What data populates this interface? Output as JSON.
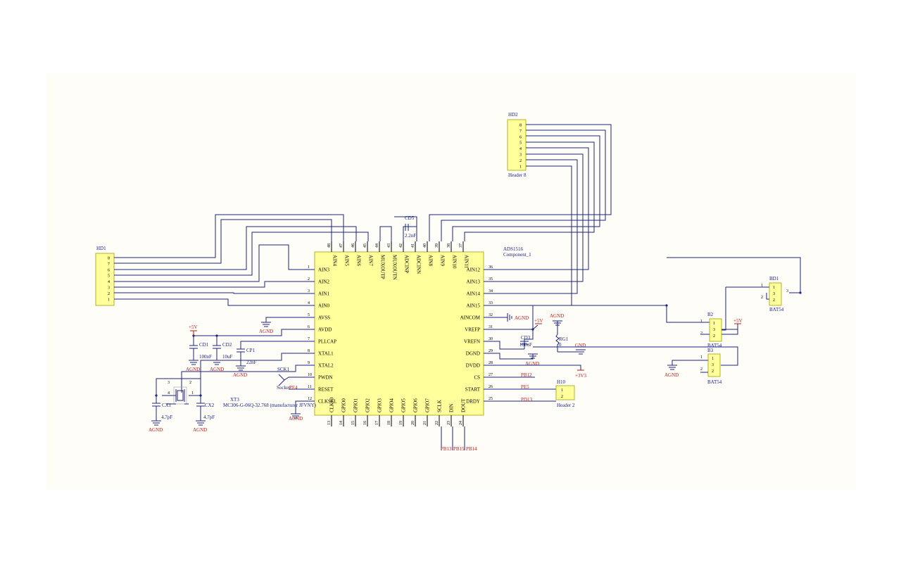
{
  "ic": {
    "ref": "ADS1516",
    "name": "Component_1",
    "left_pins": [
      {
        "num": "1",
        "name": "AIN3"
      },
      {
        "num": "2",
        "name": "AIN2"
      },
      {
        "num": "3",
        "name": "AIN1"
      },
      {
        "num": "4",
        "name": "AIN0"
      },
      {
        "num": "5",
        "name": "AVSS"
      },
      {
        "num": "6",
        "name": "AVDD"
      },
      {
        "num": "7",
        "name": "PLLCAP"
      },
      {
        "num": "8",
        "name": "XTAL1"
      },
      {
        "num": "9",
        "name": "XTAL2"
      },
      {
        "num": "10",
        "name": "PWDN"
      },
      {
        "num": "11",
        "name": "RESET"
      },
      {
        "num": "12",
        "name": "CLKSEL"
      }
    ],
    "right_pins": [
      {
        "num": "36",
        "name": "AIN12"
      },
      {
        "num": "35",
        "name": "AIN13"
      },
      {
        "num": "34",
        "name": "AIN14"
      },
      {
        "num": "33",
        "name": "AIN15"
      },
      {
        "num": "32",
        "name": "AINCOM"
      },
      {
        "num": "31",
        "name": "VREFP"
      },
      {
        "num": "30",
        "name": "VREFN"
      },
      {
        "num": "29",
        "name": "DGND"
      },
      {
        "num": "28",
        "name": "DVDD"
      },
      {
        "num": "27",
        "name": "CS"
      },
      {
        "num": "26",
        "name": "START"
      },
      {
        "num": "25",
        "name": "DRDY"
      }
    ],
    "top_pins": [
      {
        "num": "48",
        "name": "AIN4"
      },
      {
        "num": "47",
        "name": "AIN5"
      },
      {
        "num": "46",
        "name": "AIN6"
      },
      {
        "num": "45",
        "name": "AIN7"
      },
      {
        "num": "44",
        "name": "MUXOUTP"
      },
      {
        "num": "43",
        "name": "MUXOUTN"
      },
      {
        "num": "42",
        "name": "ADCINP"
      },
      {
        "num": "41",
        "name": "ADCINN"
      },
      {
        "num": "40",
        "name": "AIN8"
      },
      {
        "num": "39",
        "name": "AIN9"
      },
      {
        "num": "38",
        "name": "AIN10"
      },
      {
        "num": "37",
        "name": "AIN11"
      }
    ],
    "bottom_pins": [
      {
        "num": "13",
        "name": "CLKIO"
      },
      {
        "num": "14",
        "name": "GPIO0"
      },
      {
        "num": "15",
        "name": "GPIO1"
      },
      {
        "num": "16",
        "name": "GPIO2"
      },
      {
        "num": "17",
        "name": "GPIO3"
      },
      {
        "num": "18",
        "name": "GPIO4"
      },
      {
        "num": "19",
        "name": "GPIO5"
      },
      {
        "num": "20",
        "name": "GPIO6"
      },
      {
        "num": "21",
        "name": "GPIO7"
      },
      {
        "num": "22",
        "name": "SCLK"
      },
      {
        "num": "23",
        "name": "DIN"
      },
      {
        "num": "24",
        "name": "DOUT"
      }
    ]
  },
  "hd1": {
    "ref": "HD1",
    "pins": [
      "8",
      "7",
      "6",
      "5",
      "4",
      "3",
      "2",
      "1"
    ]
  },
  "hd2": {
    "ref": "HD2",
    "name": "Header 8",
    "pins": [
      "8",
      "7",
      "6",
      "5",
      "4",
      "3",
      "2",
      "1"
    ]
  },
  "h10": {
    "ref": "H10",
    "name": "Header 2",
    "pins": [
      "1",
      "2"
    ]
  },
  "cd5": {
    "ref": "CD5",
    "value": "2.2nF"
  },
  "cd1": {
    "ref": "CD1",
    "value": "100nF"
  },
  "cd2": {
    "ref": "CD2",
    "value": "10uF"
  },
  "cp1": {
    "ref": "CP1",
    "value": "22nF"
  },
  "cd3": {
    "ref": "CD3",
    "value": "100nF"
  },
  "cx1": {
    "ref": "CX1",
    "value": "4.7pF"
  },
  "cx2": {
    "ref": "CX2",
    "value": "4.7pF"
  },
  "rg1": {
    "ref": "RG1",
    "value": "0"
  },
  "xt3": {
    "ref": "XT3",
    "value": "MC306-G-06Q-32.768 (manufacturer JFVNY)",
    "pins": [
      "3",
      "4",
      "2",
      "1"
    ]
  },
  "sck1": {
    "ref": "SCK1",
    "name": "Socket"
  },
  "bd1": {
    "ref": "BD1",
    "name": "BAT54",
    "pins": [
      "1",
      "2",
      "3"
    ],
    "pin_labels": [
      "1",
      "3",
      "2"
    ]
  },
  "b2": {
    "ref": "B2",
    "name": "BAT54",
    "pins": [
      "1",
      "2"
    ],
    "pin_labels": [
      "1",
      "3",
      "2"
    ]
  },
  "b3": {
    "ref": "B3",
    "name": "BAT54",
    "pins": [
      "1",
      "2"
    ],
    "pin_labels": [
      "1",
      "3",
      "2"
    ]
  },
  "power": {
    "p5v": "+5V",
    "agnd": "AGND",
    "gnd": "GND",
    "p3v3": "+3V3"
  },
  "nets": {
    "pe4": "PE4",
    "pb12": "PB12",
    "pe5": "PE5",
    "pd13": "PD13",
    "pb13": "PB13",
    "pb15": "PB15",
    "pb14": "PB14"
  },
  "colors": {
    "wire": "#1a237e",
    "power": "#b71c1c",
    "body": "#ffff9c"
  }
}
